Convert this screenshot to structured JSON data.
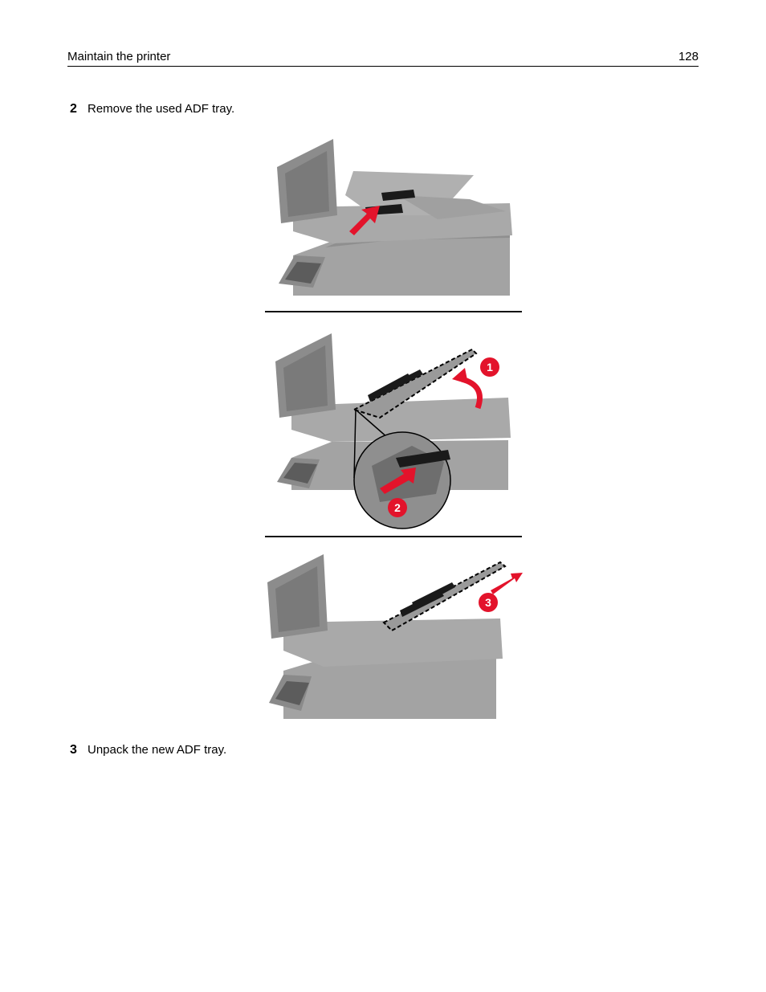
{
  "header": {
    "title": "Maintain the printer",
    "page_number": "128"
  },
  "steps": [
    {
      "number": "2",
      "text": "Remove the used ADF tray."
    },
    {
      "number": "3",
      "text": "Unpack the new ADF tray."
    }
  ],
  "figures": {
    "fig2": {
      "callout1": "1",
      "callout2": "2"
    },
    "fig3": {
      "callout3": "3"
    }
  },
  "colors": {
    "accent": "#e3132b",
    "printer": "#9a9a9a",
    "printer_dark": "#7e7e7e",
    "tray": "#1a1a1a"
  }
}
